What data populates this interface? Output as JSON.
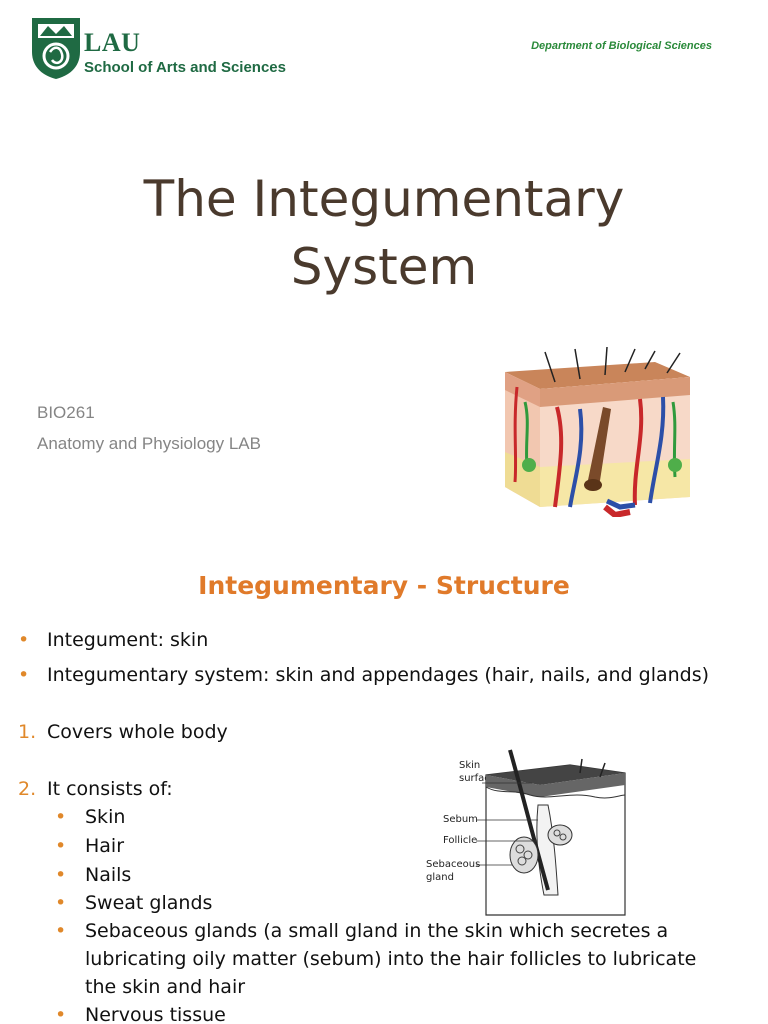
{
  "slide1": {
    "logo": {
      "lau": "LAU",
      "school": "School of Arts and Sciences"
    },
    "department": "Department of Biological Sciences",
    "title_line1": "The Integumentary",
    "title_line2": "System",
    "course_code": "BIO261",
    "course_name": "Anatomy and Physiology LAB",
    "colors": {
      "brand_green": "#1f6a43",
      "title_brown": "#4a3a2d"
    }
  },
  "slide2": {
    "title": "Integumentary - Structure",
    "bullets": [
      "Integument: skin",
      "Integumentary system: skin and appendages (hair, nails, and glands)"
    ],
    "numbered": [
      {
        "num": "1.",
        "text": "Covers whole body"
      },
      {
        "num": "2.",
        "text": "It consists of:"
      }
    ],
    "sub_bullets": [
      "Skin",
      "Hair",
      "Nails",
      "Sweat glands",
      "Sebaceous glands (a small gland  in the skin which secretes a",
      "lubricating oily matter  (sebum) into the hair follicles to lubricate",
      "the skin and  hair",
      "Nervous tissue"
    ],
    "diagram_labels": {
      "skin_surface_1": "Skin",
      "skin_surface_2": "surface",
      "sebum": "Sebum",
      "follicle": "Follicle",
      "sebaceous_1": "Sebaceous",
      "sebaceous_2": "gland"
    },
    "colors": {
      "accent_orange": "#e07a2a"
    }
  }
}
